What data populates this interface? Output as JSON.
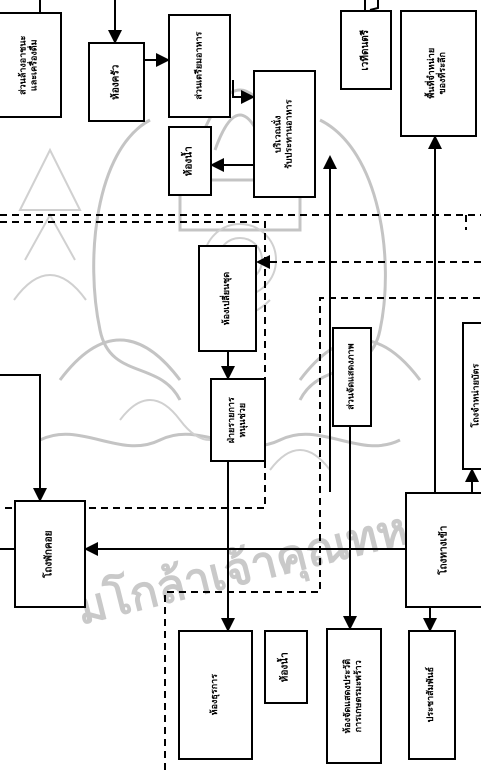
{
  "diagram": {
    "colors": {
      "line": "#000000",
      "watermark": "#bdbdbd"
    },
    "watermark_text": "มโกล้าเจ้าคุณทหาร",
    "nodes": {
      "dish_wash": "ส่วนล้างอาชนะ\nและเครื่องดื่ม",
      "kitchen": "ห้องครัว",
      "food_prep": "ส่วนเตรียมอาหาร",
      "service_dining": "บริเวณนั่ง\nรับประทานอาหาร",
      "toilet_a": "ห้องน้ำ",
      "stage": "เวทีดนตรี",
      "shop": "พื้นที่จำหน่าย\nของที่ระลึก",
      "changing_room": "ห้องเปลี่ยนชุด",
      "ticket_office": "ฝ่ายรายการ\nหนุนช่วย",
      "rest_hall": "โถงพักคอย",
      "display_area": "ส่วนจัดแสดงภาพ",
      "lobby": "โถงทางเข้า",
      "admin_room": "ห้องธุรการ",
      "toilet_b": "ห้องน้ำ",
      "exhibit_room": "ห้องจัดแสดงประวัติ\nการเกษตรมะพร้าว",
      "pr_office": "ประชาสัมพันธ์",
      "ticket_partial": "โถงจำหน่ายบัตร"
    }
  }
}
